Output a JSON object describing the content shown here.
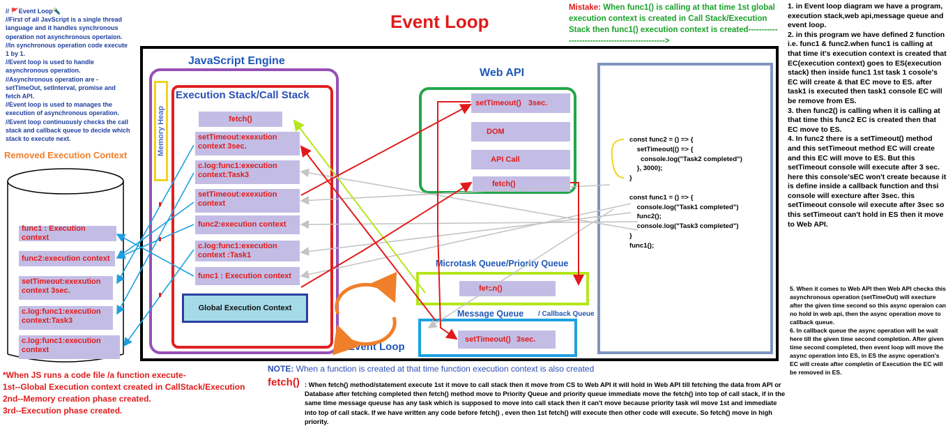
{
  "title": "Event Loop",
  "left_comments": {
    "head": "//          🚩Event Loop🔦",
    "lines": [
      "//First of all JavScript is a single thread language and it handles synchronous operation not asynchronous opertaion.",
      "//In synchronous operation code execute 1 by 1.",
      "//Event loop is used to handle asynchronous operation.",
      "//Asynchronous operation are - setTimeOut, setInterval, promise and fetch API.",
      "//Event loop is used to manages the execution of asynchronous operation.",
      "//Event loop continuously checks the call stack and callback queue to decide which stack to execute next."
    ]
  },
  "mistake": {
    "label": "Mistake:",
    "text": " When func1() is calling at that time 1st global execution context is created in Call Stack/Execution Stack then func1() execution context is created----------------------------------------------->"
  },
  "engine": {
    "title": "JavaScript Engine",
    "heap_label": "Memory   Heap",
    "call_stack_title": "Execution Stack/Call Stack",
    "stack_items": [
      "fetch()",
      "setTimeout:exexution context 3sec.",
      "c.log:func1:execution context:Task3",
      "setTimeout:exexution context",
      "func2:execution context",
      "c.log:func1:execution context :Task1",
      "func1 : Execution context"
    ],
    "global_context": "Global Execution Context"
  },
  "web_api": {
    "title": "Web API",
    "items": [
      "setTimeout()",
      "DOM",
      "API Call",
      "fetch()"
    ],
    "timer": "3sec."
  },
  "microtask": {
    "title": "Microtask Queue/Priority Queue",
    "item": "fetch()"
  },
  "message_queue": {
    "title": "Message Queue",
    "subtitle": "/ Callback Queue",
    "item": "setTimeout()",
    "timer": "3sec."
  },
  "event_loop_label": "Event Loop",
  "code_lines": [
    "const func2 = () => {",
    "    setTimeout(() => {",
    "      console.log(\"Task2 completed\")",
    "    }, 3000);",
    "}",
    "",
    "const func1 = () => {",
    "    console.log(\"Task1 completed\")",
    "    func2();",
    "    console.log(\"Task3 completed\")",
    "}",
    "func1();"
  ],
  "removed": {
    "title": "Removed Execution Context",
    "items": [
      "func1 : Execution context",
      "func2:execution context",
      "setTimeout:exexution context 3sec.",
      "c.log:func1:execution context:Task3",
      "c.log:func1:execution context"
    ]
  },
  "bottom_notes": [
    "*When JS runs a code file /a function execute-",
    " 1st--Global Execution context created in CallStack/Execution",
    " 2nd--Memory creation phase created.",
    "3rd--Execution phase created."
  ],
  "note": {
    "label": "NOTE:",
    "text": " When a function is created at that time function execution context is also  created"
  },
  "fetch_note": {
    "label": "fetch()",
    "text": ": When fetch() method/statement execute 1st it move to call stack then it move from CS to Web API it will hold in Web API till fetching the data from API or Database after fetching completed then fetch() method move to Priority Queue and priority queue immediate move the fetch() into top of call stack, if in the same time message queuse has any task  which is supposed  to move into call stack then it can't move because priority task wil move 1st and immediate into top of call stack. If we have written any code before fetch() , even then 1st fetch() will execute then other code will execute. So fetch() move in high priority."
  },
  "right_notes": [
    "1. in Event loop diagram we have a program, execution stack,web api,message queue and event loop.",
    "2. in this program we have defined 2 function i.e. func1 & func2.when func1 is calling at that time it's execution context is created that EC(execution context) goes to ES(execution stack) then inside func1 1st task 1 cosole's EC will create & that EC move to ES. after task1 is executed then task1 console EC will be remove from ES.",
    "3.  then func2() is calling when it is calling at that time this func2 EC is created then that EC move to ES.",
    "4. In func2 there is a setTimeout() method and this setTimeout method EC will create and this EC will move to ES. But this setTimeout console will execute after 3 sec. here this console'sEC won't create because it is define inside a callback function and thsi console will execture after 3sec. this setTimeout console wil execute after 3sec so this setTimeout can't hold in ES then it move to Web API."
  ],
  "right_notes_small": [
    "5. When it comes to Web API then Web API checks this asynchronous operation (setTimeOut) will execture after the given time second so this async operaion can no hold in web api, then the async operation move to callback queue.",
    "6. In callback queue the async operation will be wait here till the given time second completion. After given time second completed, then event loop will move the async operation into  ES, in ES the async operation's EC will create after completin of Execution the EC will be removed in ES."
  ]
}
